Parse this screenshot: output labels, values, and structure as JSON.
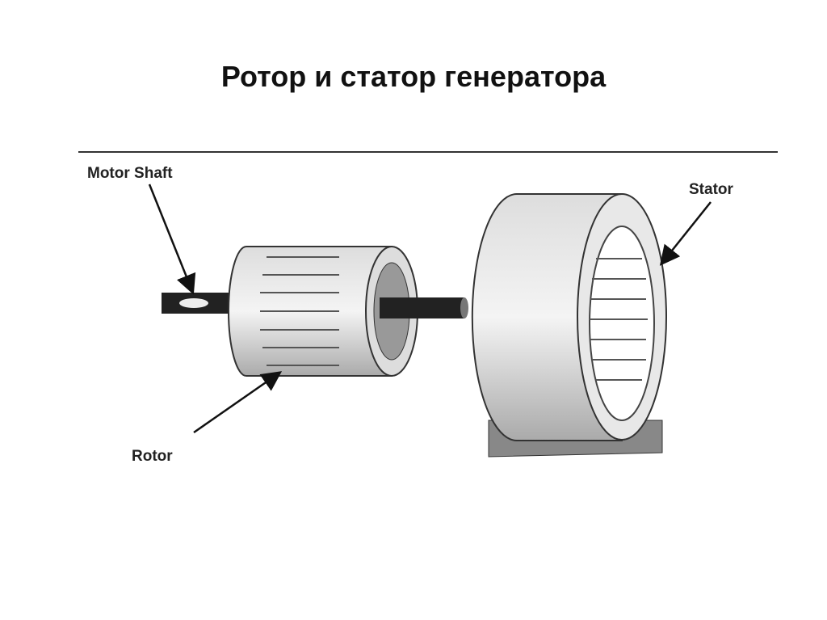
{
  "slide": {
    "title": "Ротор и статор генератора"
  },
  "diagram": {
    "labels": {
      "motor_shaft": "Motor Shaft",
      "stator": "Stator",
      "rotor": "Rotor"
    }
  }
}
